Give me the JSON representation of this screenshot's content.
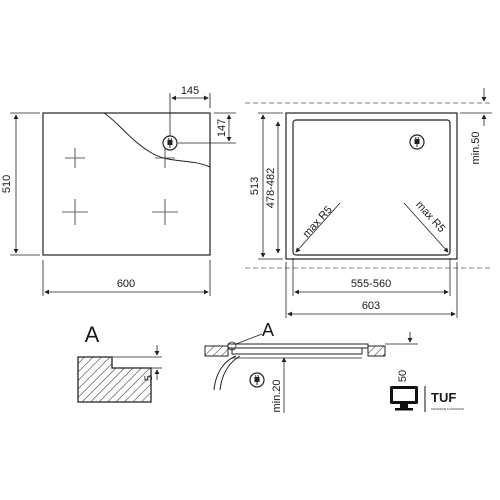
{
  "hob_top_view": {
    "width_label": "600",
    "height_label": "510",
    "plug_offset_x_label": "145",
    "plug_offset_y_label": "147"
  },
  "cutout_view": {
    "depth_outer_label": "513",
    "depth_inner_label": "478-482",
    "width_inner_label": "555-560",
    "width_outer_label": "603",
    "clearance_label": "min.50",
    "radius_left_label": "max R5",
    "radius_right_label": "max R5"
  },
  "detail_a": {
    "title": "A",
    "thickness_label": "5"
  },
  "section_view": {
    "detail_marker": "A",
    "clearance_label": "min.20",
    "height_label": "50"
  },
  "logo": {
    "brand": "TUF",
    "tagline": "TECHNIQUE & FAVORISTE"
  },
  "icons": {
    "plug": "plug-icon",
    "monitor": "monitor-icon"
  }
}
